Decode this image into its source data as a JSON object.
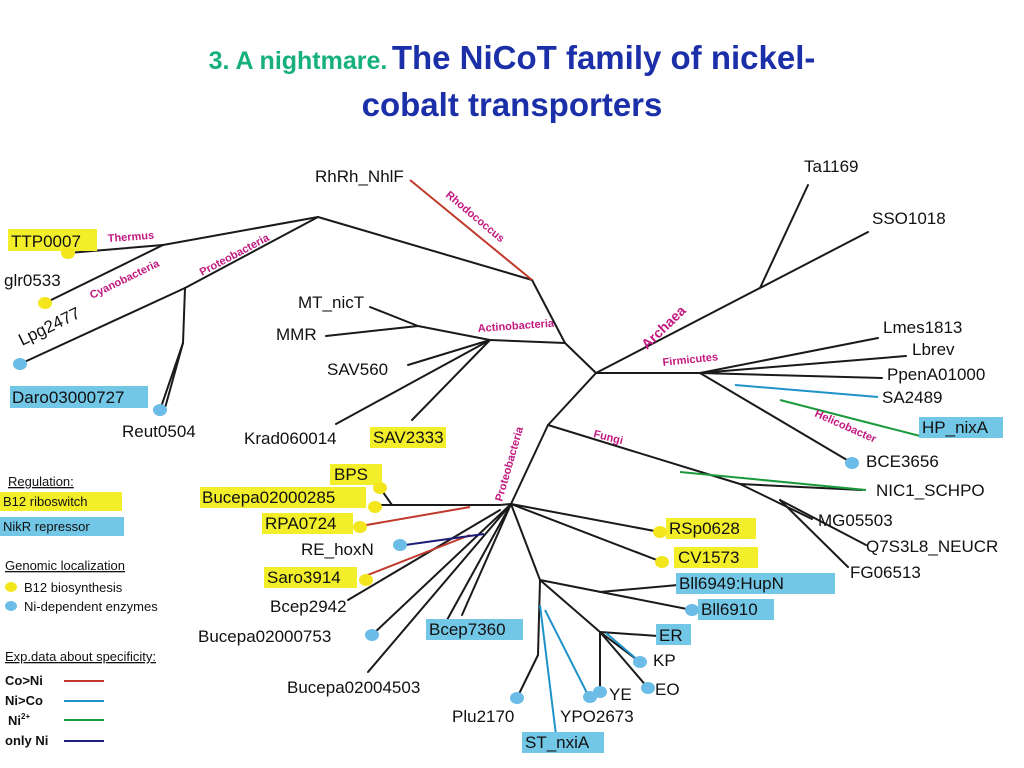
{
  "title": {
    "prefix": "3. A nightmare.",
    "line1": "The NiCoT family of nickel-",
    "line2": "cobalt transporters"
  },
  "colors": {
    "co_gt_ni": "#c0392b",
    "ni_gt_co": "#1f93c8",
    "ni2": "#1a9a3c",
    "only_ni": "#1e1e7a",
    "b12_highlight": "#f3ee2a",
    "nikr_highlight": "#72c6e6",
    "b12_dot": "#f3e61c",
    "ni_dot": "#6bbce6",
    "clade_text": "#c2187f"
  },
  "leaves": {
    "rhrh": "RhRh_NhlF",
    "ta1169": "Ta1169",
    "sso1018": "SSO1018",
    "ttp0007": "TTP0007",
    "glr0533": "glr0533",
    "lpg2477": "Lpg2477",
    "daro": "Daro03000727",
    "reut0504": "Reut0504",
    "mt_nict": "MT_nicT",
    "mmr": "MMR",
    "sav560": "SAV560",
    "krad": "Krad060014",
    "sav2333": "SAV2333",
    "lmes1813": "Lmes1813",
    "lbrev": "Lbrev",
    "ppena": "PpenA01000",
    "sa2489": "SA2489",
    "hp_nixa": "HP_nixA",
    "bce3656": "BCE3656",
    "nic1": "NIC1_SCHPO",
    "mg05503": "MG05503",
    "q7s3l8": "Q7S3L8_NEUCR",
    "fg06513": "FG06513",
    "bps": "BPS",
    "bucepa285": "Bucepa02000285",
    "rpa0724": "RPA0724",
    "re_hoxn": "RE_hoxN",
    "saro3914": "Saro3914",
    "bcep2942": "Bcep2942",
    "bucepa753": "Bucepa02000753",
    "bucepa4503": "Bucepa02004503",
    "bcep7360": "Bcep7360",
    "plu2170": "Plu2170",
    "st_nxia": "ST_nxiA",
    "ypo2673": "YPO2673",
    "ye": "YE",
    "eo": "EO",
    "kp": "KP",
    "er": "ER",
    "bll6910": "Bll6910",
    "bll6949": "Bll6949:HupN",
    "cv1573": "CV1573",
    "rsp0628": "RSp0628"
  },
  "clades": {
    "thermus": "Thermus",
    "cyanobacteria": "Cyanobacteria",
    "proteobacteria_top": "Proteobacteria",
    "rhodococcus": "Rhodococcus",
    "actinobacteria": "Actinobacteria",
    "archaea": "Archaea",
    "firmicutes": "Firmicutes",
    "helicobacter": "Helicobacter",
    "fungi": "Fungi",
    "proteobacteria_mid": "Proteobacteria"
  },
  "legend": {
    "regulation_title": "Regulation:",
    "b12_riboswitch": "B12 riboswitch",
    "nikr_repressor": "NikR repressor",
    "genomic_title": "Genomic localization",
    "b12_biosynthesis": "B12 biosynthesis",
    "ni_enzymes": "Ni-dependent enzymes",
    "exp_title": "Exp.data about specificity:",
    "co_gt_ni": "Co>Ni",
    "ni_gt_co": "Ni>Co",
    "ni2_base": "Ni",
    "ni2_sup": "2+",
    "only_ni": "only Ni"
  }
}
